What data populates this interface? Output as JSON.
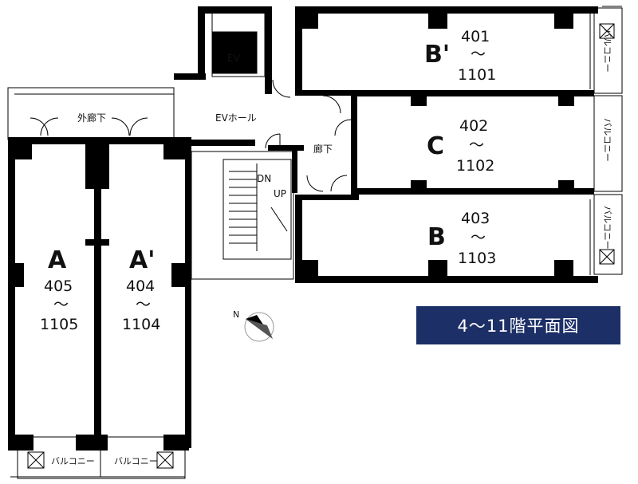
{
  "title": "4～11階平面図",
  "colors": {
    "title_bg": "#1c2f66",
    "title_fg": "#ffffff",
    "wall": "#000000"
  },
  "common": {
    "ev": "EV",
    "ev_hall": "EVホール",
    "outer_corridor": "外廊下",
    "corridor": "廊下",
    "stairs_down": "DN",
    "stairs_up": "UP",
    "balcony": "バルコニー",
    "north": "N"
  },
  "units": [
    {
      "type": "B'",
      "from": "401",
      "tilde": "～",
      "to": "1101"
    },
    {
      "type": "C",
      "from": "402",
      "tilde": "～",
      "to": "1102"
    },
    {
      "type": "B",
      "from": "403",
      "tilde": "～",
      "to": "1103"
    },
    {
      "type": "A'",
      "from": "404",
      "tilde": "～",
      "to": "1104"
    },
    {
      "type": "A",
      "from": "405",
      "tilde": "～",
      "to": "1105"
    }
  ]
}
